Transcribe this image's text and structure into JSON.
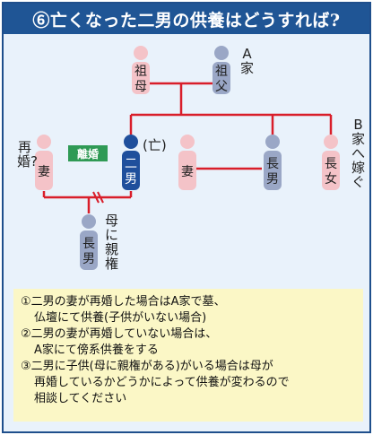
{
  "title": "⑥亡くなった二男の供養はどうすれば?",
  "people": {
    "grandmother": "祖母",
    "grandfather": "祖父",
    "wife": "妻",
    "second_son": "二男",
    "sibling_wife": "妻",
    "eldest_son": "長男",
    "eldest_daughter": "長女",
    "grandson": "長男"
  },
  "labels": {
    "a_family": "A家",
    "remarried": "再婚?",
    "deceased": "(亡)",
    "married_to_b": "B家へ嫁ぐ",
    "mother_custody": "母に親権",
    "divorce": "離婚"
  },
  "notes": [
    "①二男の妻が再婚した場合はA家で墓、",
    "仏壇にて供養(子供がいない場合)",
    "②二男の妻が再婚していない場合は、",
    "A家にて傍系供養をする",
    "③二男に子供(母に親権がある)がいる場合は母が",
    "再婚しているかどうかによって供養が変わるので",
    "相談してください"
  ],
  "colors": {
    "header": "#1f5595",
    "female": "#f4c3c8",
    "male": "#9aa7c6",
    "deceased": "#1f4f9c",
    "line": "#d91e2a",
    "divorce_badge": "#2f9a55",
    "notes_bg": "#fbf7c6"
  }
}
